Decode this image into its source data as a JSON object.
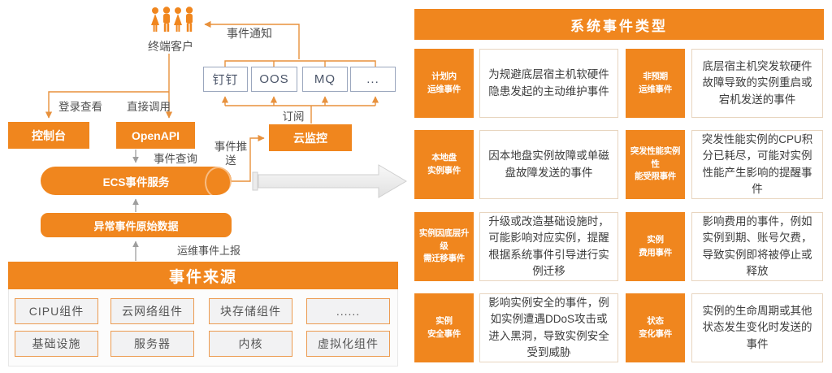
{
  "colors": {
    "orange": "#F0861E",
    "orange_line": "#E8913C",
    "gray_line": "#9E9E9E",
    "channel_border": "#9BA7BE",
    "channel_text": "#4A5468",
    "desc_border": "#E8D5BF",
    "desc_text": "#3D3D3D",
    "item_bg": "#F2F2F3",
    "item_border": "#EC9B50",
    "label_text": "#4F4F4F"
  },
  "left": {
    "customer_label": "终端客户",
    "event_notify_label": "事件通知",
    "channels": [
      "钉钉",
      "OOS",
      "MQ",
      "..."
    ],
    "subscribe_label": "订阅",
    "login_view_label": "登录查看",
    "direct_call_label": "直接调用",
    "console_label": "控制台",
    "openapi_label": "OpenAPI",
    "event_query_label": "事件查询",
    "cloud_monitor_label": "云监控",
    "event_push_label": "事件推送",
    "ecs_service_label": "ECS事件服务",
    "raw_data_label": "异常事件原始数据",
    "report_label": "运维事件上报",
    "sources": {
      "title": "事件来源",
      "items": [
        "CIPU组件",
        "云网络组件",
        "块存储组件",
        "......",
        "基础设施",
        "服务器",
        "内核",
        "虚拟化组件"
      ]
    }
  },
  "right": {
    "title": "系统事件类型",
    "rows": [
      {
        "category": "计划内\n运维事件",
        "desc": "为规避底层宿主机软硬件隐患发起的主动维护事件"
      },
      {
        "category": "非预期\n运维事件",
        "desc": "底层宿主机突发软硬件故障导致的实例重启或宕机发送的事件"
      },
      {
        "category": "本地盘\n实例事件",
        "desc": "因本地盘实例故障或单磁盘故障发送的事件"
      },
      {
        "category": "突发性能实例性\n能受限事件",
        "desc": "突发性能实例的CPU积分已耗尽，可能对实例性能产生影响的提醒事件"
      },
      {
        "category": "实例因底层升级\n需迁移事件",
        "desc": "升级或改造基础设施时，可能影响对应实例，提醒根据系统事件引导进行实例迁移"
      },
      {
        "category": "实例\n费用事件",
        "desc": "影响费用的事件，例如实例到期、账号欠费，导致实例即将被停止或释放"
      },
      {
        "category": "实例\n安全事件",
        "desc": "影响实例安全的事件，例如实例遭遇DDoS攻击或进入黑洞，导致实例安全受到威胁"
      },
      {
        "category": "状态\n变化事件",
        "desc": "实例的生命周期或其他状态发生变化时发送的事件"
      }
    ]
  }
}
